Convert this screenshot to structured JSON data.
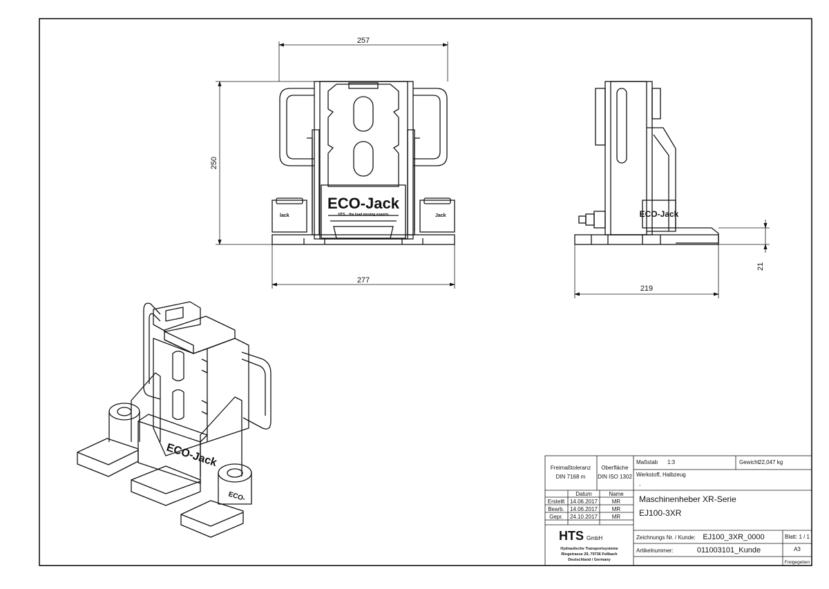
{
  "drawing": {
    "front_view": {
      "width_top": "257",
      "height": "250",
      "width_base": "277",
      "brand_label": "ECO-Jack",
      "slogan": "HTS... the load moving experts",
      "foot_label": "Jack"
    },
    "side_view": {
      "depth": "219",
      "toe_height": "21",
      "brand_label": "ECO-Jack"
    },
    "iso_view": {
      "brand_label": "ECO-Jack",
      "foot_label": "ECO-"
    }
  },
  "title_block": {
    "tolerance_label": "Freimaßtoleranz",
    "tolerance_std": "DIN 7168 m",
    "surface_label": "Oberfläche",
    "surface_std": "DIN ISO 1302",
    "scale_label": "Maßstab",
    "scale_value": "1:3",
    "weight_label": "Gewicht",
    "weight_value": "22,047 kg",
    "material_label": "Werkstoff, Halbzeug",
    "material_value": ",",
    "date_header": "Datum",
    "name_header": "Name",
    "rows": [
      {
        "label": "Erstellt",
        "date": "14.06.2017",
        "name": "MR"
      },
      {
        "label": "Bearb.",
        "date": "14.06.2017",
        "name": "MR"
      },
      {
        "label": "Gepr.",
        "date": "24.10.2017",
        "name": "MR"
      }
    ],
    "title_line1": "Maschinenheber XR-Serie",
    "title_line2": "EJ100-3XR",
    "company": "HTS",
    "company_suffix": "GmbH",
    "address_lines": [
      "Hydraulische Transportsysteme",
      "Ringstrasse 29, 70736 Fellbach",
      "Deutschland / Germany"
    ],
    "drawing_no_label": "Zeichnungs Nr. / Kunde:",
    "drawing_no_value": "EJ100_3XR_0000",
    "article_label": "Artikelnummer:",
    "article_value": "011003101_Kunde",
    "sheet_label": "Blatt: 1 / 1",
    "format": "A3",
    "release": "Freigegeben"
  }
}
